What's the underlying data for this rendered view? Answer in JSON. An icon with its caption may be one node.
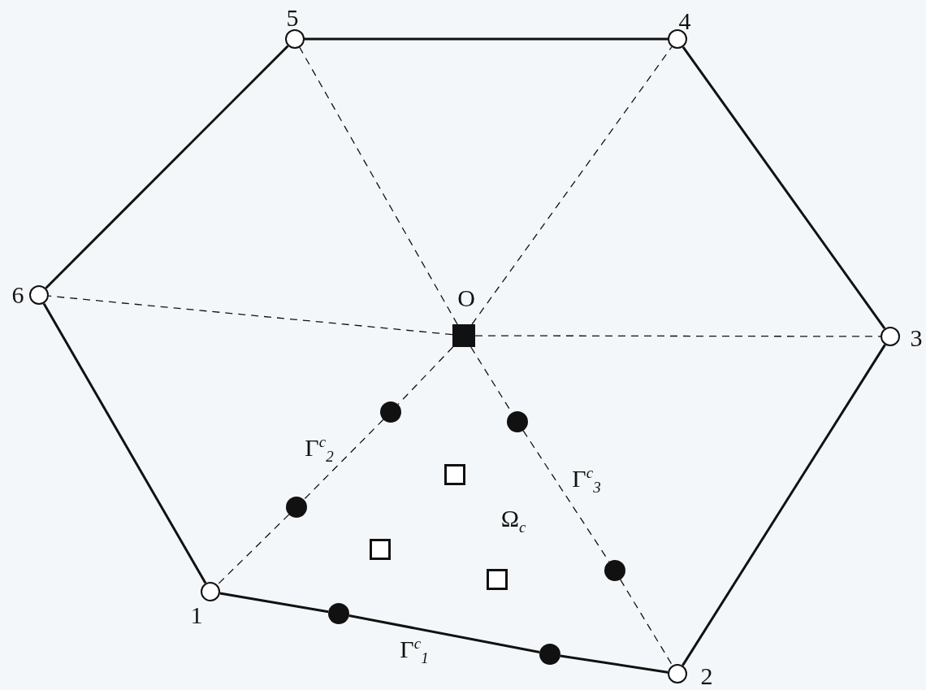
{
  "diagram": {
    "nodes": [
      {
        "text": [],
        "shape": "circle",
        "beside": [
          "1"
        ]
      },
      {
        "text": [],
        "shape": "circle",
        "beside": [
          "2"
        ]
      },
      {
        "text": [],
        "shape": "circle",
        "beside": [
          "3"
        ]
      },
      {
        "text": [],
        "shape": "circle",
        "beside": [
          "4"
        ]
      },
      {
        "text": [],
        "shape": "circle",
        "beside": [
          "5"
        ]
      },
      {
        "text": [],
        "shape": "circle",
        "beside": [
          "6"
        ]
      },
      {
        "text": [],
        "shape": "box",
        "beside": [
          "O"
        ]
      },
      {
        "text": [],
        "shape": "circle"
      },
      {
        "text": [],
        "shape": "circle"
      },
      {
        "text": [],
        "shape": "circle"
      },
      {
        "text": [],
        "shape": "circle"
      },
      {
        "text": [],
        "shape": "circle"
      },
      {
        "text": [],
        "shape": "circle"
      },
      {
        "text": [],
        "shape": "box"
      },
      {
        "text": [],
        "shape": "box"
      },
      {
        "text": [],
        "shape": "box"
      }
    ],
    "edges": [
      {
        "from": 0,
        "to": 8,
        "arrow": "none"
      },
      {
        "from": 8,
        "to": 11,
        "arrow": "none"
      },
      {
        "from": 11,
        "to": 1,
        "arrow": "none"
      },
      {
        "from": 1,
        "to": 2,
        "arrow": "none"
      },
      {
        "from": 2,
        "to": 3,
        "arrow": "none"
      },
      {
        "from": 3,
        "to": 4,
        "arrow": "none"
      },
      {
        "from": 4,
        "to": 5,
        "arrow": "none"
      },
      {
        "from": 5,
        "to": 0,
        "arrow": "none"
      },
      {
        "from": 6,
        "to": 9,
        "arrow": "none",
        "style": "dashed"
      },
      {
        "from": 9,
        "to": 7,
        "arrow": "none",
        "style": "dashed"
      },
      {
        "from": 7,
        "to": 0,
        "arrow": "none",
        "style": "dashed"
      },
      {
        "from": 6,
        "to": 10,
        "arrow": "none",
        "style": "dashed"
      },
      {
        "from": 10,
        "to": 12,
        "arrow": "none",
        "style": "dashed"
      },
      {
        "from": 12,
        "to": 1,
        "arrow": "none",
        "style": "dashed"
      },
      {
        "from": 6,
        "to": 2,
        "arrow": "none",
        "style": "dashed"
      },
      {
        "from": 6,
        "to": 3,
        "arrow": "none",
        "style": "dashed"
      },
      {
        "from": 6,
        "to": 4,
        "arrow": "none",
        "style": "dashed"
      },
      {
        "from": 6,
        "to": 5,
        "arrow": "none",
        "style": "dashed"
      }
    ],
    "labels": [
      "Γ$^{c}$$_{2}$",
      "Γ$^{c}$$_{3}$",
      "Ω$_{c}$",
      "Γ$^{c}$$_{1}$"
    ]
  }
}
